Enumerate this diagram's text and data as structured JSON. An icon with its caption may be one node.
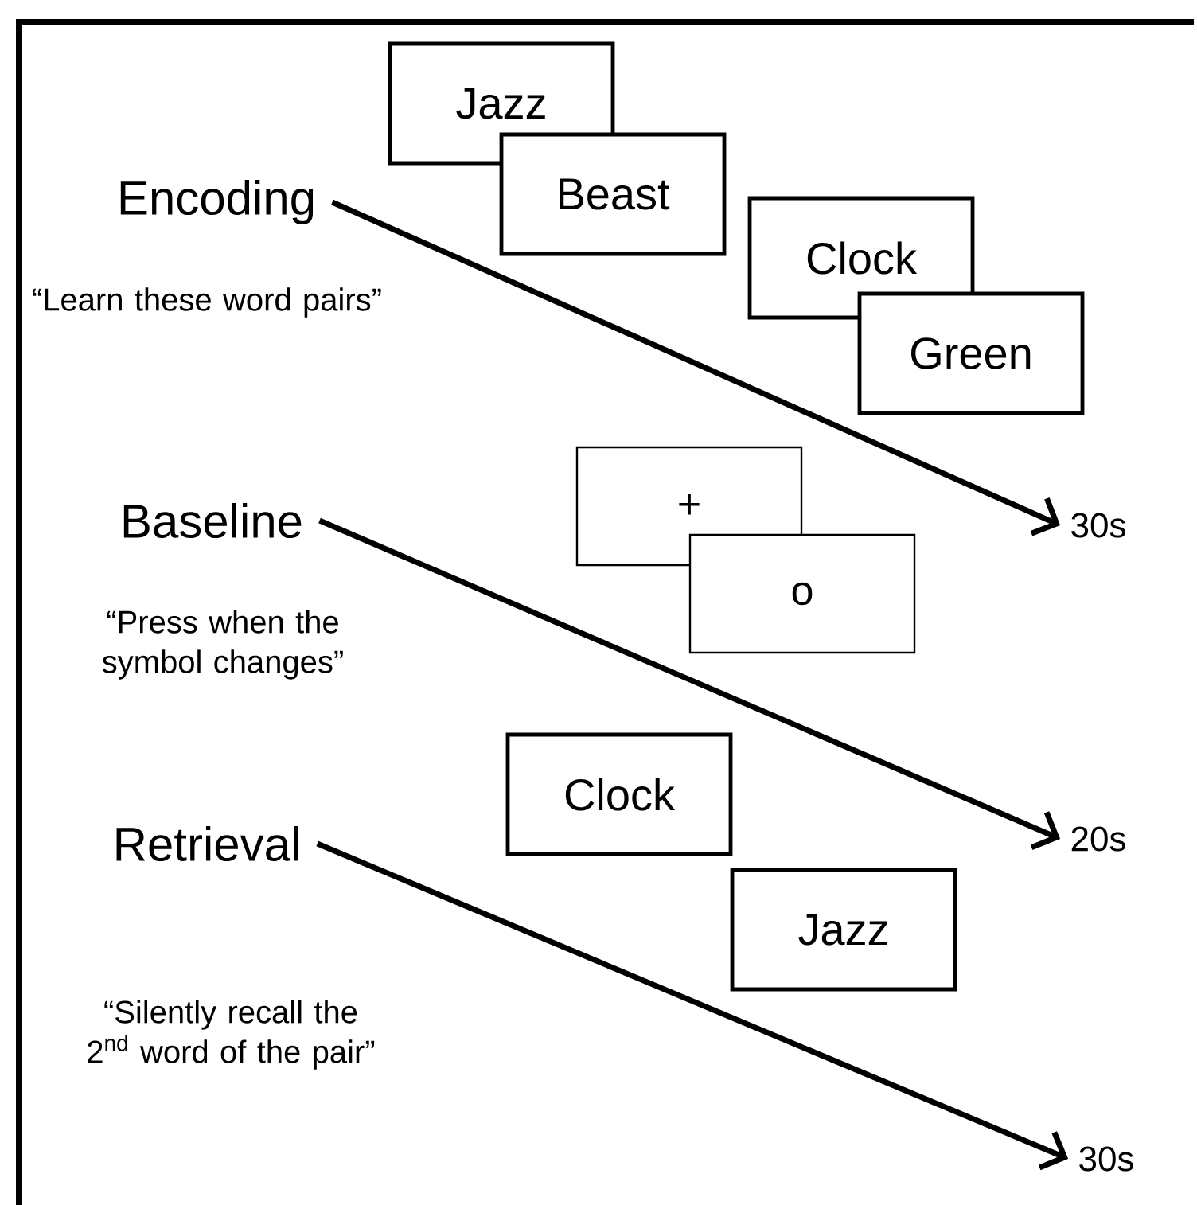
{
  "diagram": {
    "nodes": [
      {
        "text": [
          "Encoding"
        ]
      },
      {
        "text": [
          "Jazz"
        ]
      },
      {
        "text": [
          "Beast"
        ]
      },
      {
        "text": [
          "Clock"
        ]
      },
      {
        "text": [
          "Green"
        ]
      },
      {
        "text": [
          "30s"
        ]
      },
      {
        "text": [
          "Baseline"
        ]
      },
      {
        "text": [
          "+"
        ]
      },
      {
        "text": [
          "o"
        ]
      },
      {
        "text": [
          "20s"
        ]
      },
      {
        "text": [
          "Retrieval"
        ]
      },
      {
        "text": [
          "Clock"
        ]
      },
      {
        "text": [
          "Jazz"
        ]
      },
      {
        "text": [
          "30s"
        ]
      }
    ],
    "edges": [
      {
        "from": 0,
        "to": 5,
        "arrow": "to"
      },
      {
        "from": 6,
        "to": 9,
        "arrow": "to"
      },
      {
        "from": 10,
        "to": 13,
        "arrow": "to"
      }
    ],
    "labels": [
      "“Learn these word pairs”",
      "“Press when the symbol changes”",
      "“Silently recall the 2$^{nd}$ word of the pair”"
    ]
  }
}
